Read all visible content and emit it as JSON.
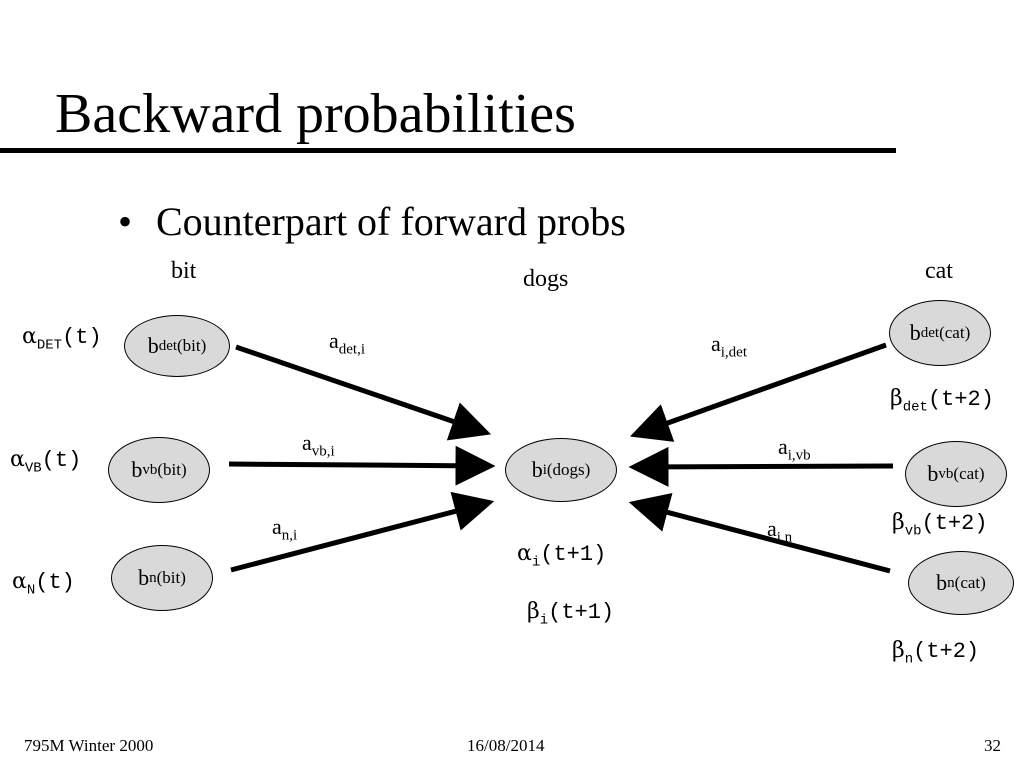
{
  "title": "Backward probabilities",
  "bullet": "Counterpart of forward probs",
  "words": {
    "w1": "bit",
    "w2": "dogs",
    "w3": "cat"
  },
  "nodes": {
    "det_bit": {
      "b": "b",
      "sub": "det",
      "emit": "(bit)"
    },
    "vb_bit": {
      "b": "b",
      "sub": "vb",
      "emit": "(bit)"
    },
    "n_bit": {
      "b": "b",
      "sub": "n",
      "emit": "(bit)"
    },
    "i_dogs": {
      "b": "b",
      "sub": "i",
      "emit": "(dogs)"
    },
    "det_cat": {
      "b": "b",
      "sub": "det",
      "emit": "(cat)"
    },
    "vb_cat": {
      "b": "b",
      "sub": "vb",
      "emit": "(cat)"
    },
    "n_cat": {
      "b": "b",
      "sub": "n",
      "emit": "(cat)"
    }
  },
  "transitions": {
    "det_i": {
      "a": "a",
      "sub": "det,i"
    },
    "vb_i": {
      "a": "a",
      "sub": "vb,i"
    },
    "n_i": {
      "a": "a",
      "sub": "n,i"
    },
    "i_det": {
      "a": "a",
      "sub": "i,det"
    },
    "i_vb": {
      "a": "a",
      "sub": "i,vb"
    },
    "i_n": {
      "a": "a",
      "sub": "i,n"
    }
  },
  "alphas": {
    "det": {
      "sym": "α",
      "sub": "DET",
      "arg": "(t)"
    },
    "vb": {
      "sym": "α",
      "sub": "VB",
      "arg": "(t)"
    },
    "n": {
      "sym": "α",
      "sub": "N",
      "arg": "(t)"
    },
    "i": {
      "sym": "α",
      "sub": "i",
      "arg": "(t+1)"
    }
  },
  "betas": {
    "i": {
      "sym": "β",
      "sub": "i",
      "arg": "(t+1)"
    },
    "det": {
      "sym": "β",
      "sub": "det",
      "arg": "(t+2)"
    },
    "vb": {
      "sym": "β",
      "sub": "vb",
      "arg": "(t+2)"
    },
    "n": {
      "sym": "β",
      "sub": "n",
      "arg": "(t+2)"
    }
  },
  "footer": {
    "left": "795M Winter 2000",
    "center": "16/08/2014",
    "right": "32"
  }
}
